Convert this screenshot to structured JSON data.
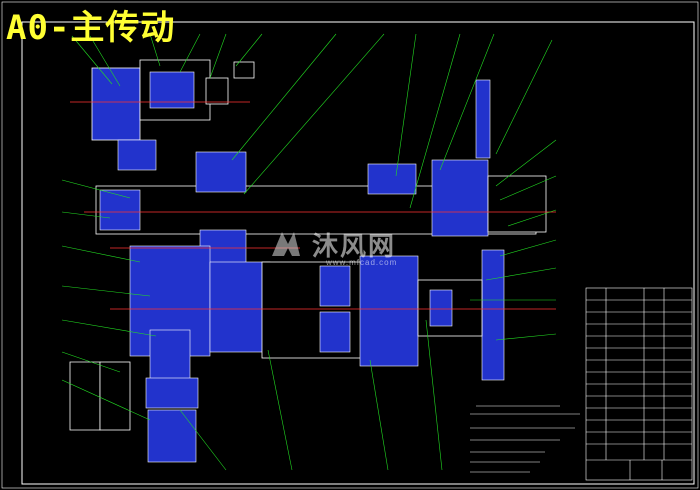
{
  "title": "A0-主传动",
  "watermark": {
    "text": "沐风网",
    "url": "www.mfcad.com"
  },
  "colors": {
    "background": "#000000",
    "title": "#ffff33",
    "shaft_fill": "#2233cc",
    "outline": "#ffffff",
    "leader": "#22dd22",
    "centerline": "#ff3333",
    "frame": "#ffffff"
  }
}
